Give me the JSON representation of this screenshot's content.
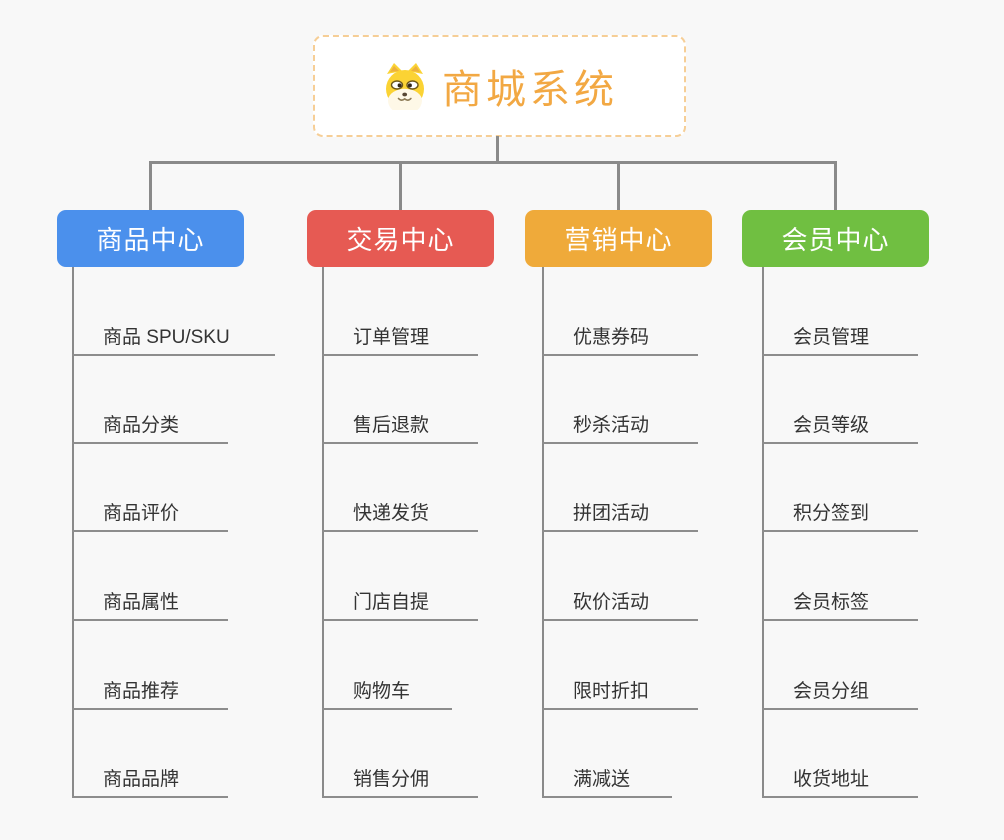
{
  "root": {
    "title": "商城系统",
    "title_color": "#f2a843",
    "icon": "doge-icon"
  },
  "connector_color": "#8a8a8a",
  "branches": [
    {
      "label": "商品中心",
      "color": "#4b90ec",
      "items": [
        "商品 SPU/SKU",
        "商品分类",
        "商品评价",
        "商品属性",
        "商品推荐",
        "商品品牌"
      ]
    },
    {
      "label": "交易中心",
      "color": "#e65a53",
      "items": [
        "订单管理",
        "售后退款",
        "快递发货",
        "门店自提",
        "购物车",
        "销售分佣"
      ]
    },
    {
      "label": "营销中心",
      "color": "#efaa3a",
      "items": [
        "优惠券码",
        "秒杀活动",
        "拼团活动",
        "砍价活动",
        "限时折扣",
        "满减送"
      ]
    },
    {
      "label": "会员中心",
      "color": "#70bf41",
      "items": [
        "会员管理",
        "会员等级",
        "积分签到",
        "会员标签",
        "会员分组",
        "收货地址"
      ]
    }
  ]
}
